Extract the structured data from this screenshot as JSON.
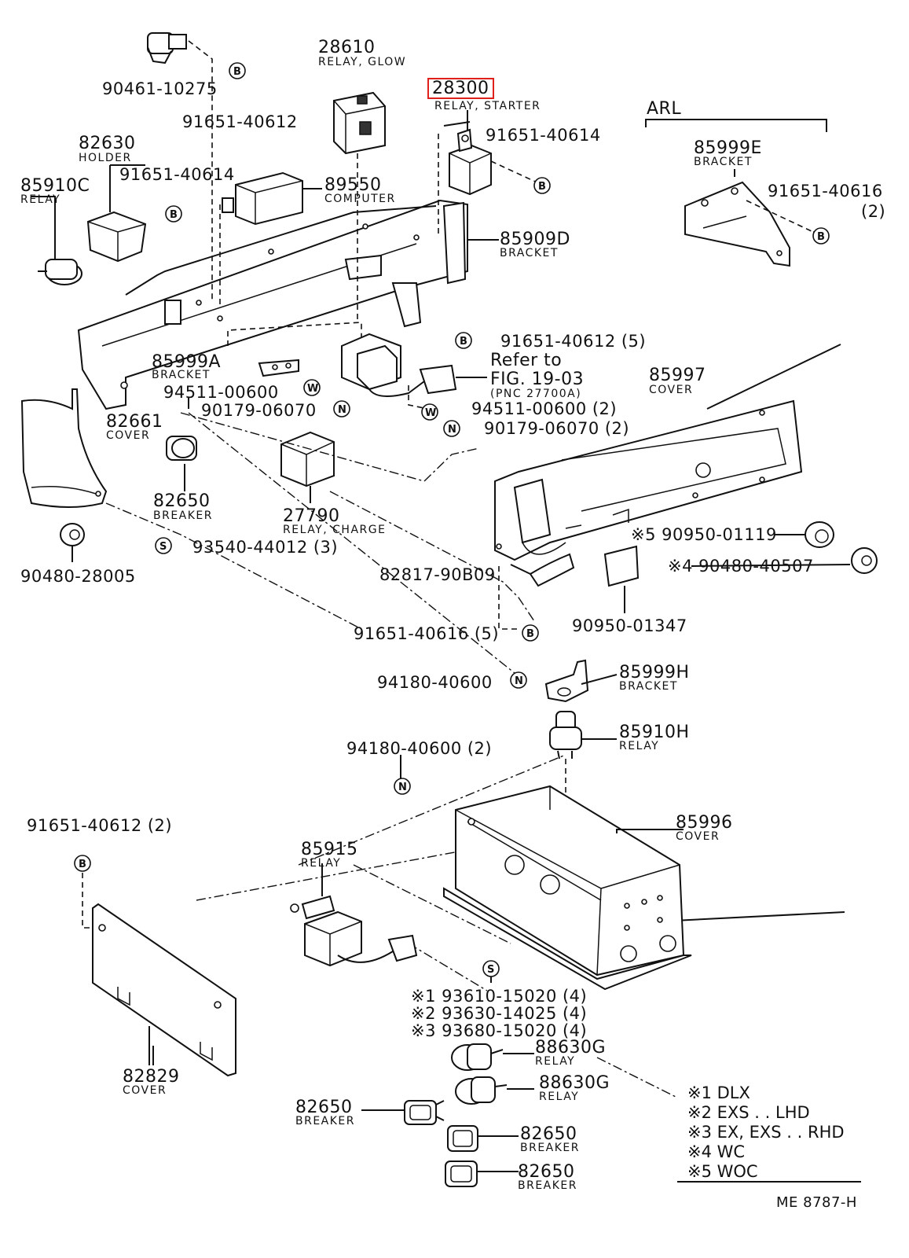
{
  "labels": {
    "p90461": "90461-10275",
    "p91651_40612a": "91651-40612",
    "p82630": "82630",
    "n82630": "HOLDER",
    "p91651_40614a": "91651-40614",
    "p85910c": "85910C",
    "n85910c": "RELAY",
    "p28610": "28610",
    "n28610": "RELAY, GLOW",
    "p28300": "28300",
    "n28300": "RELAY, STARTER",
    "p91651_40614b": "91651-40614",
    "p89550": "89550",
    "n89550": "COMPUTER",
    "arl": "ARL",
    "p85999e": "85999E",
    "n85999e": "BRACKET",
    "p91651_40616a": "91651-40616",
    "q91651_40616a": "(2)",
    "p85909d": "85909D",
    "n85909d": "BRACKET",
    "p91651_40612b": "91651-40612 (5)",
    "p85999a": "85999A",
    "n85999a": "BRACKET",
    "refer1": "Refer to",
    "refer2": "FIG. 19-03",
    "refer3": "(PNC 27700A)",
    "p94511a": "94511-00600",
    "p90179a": "90179-06070",
    "p94511b": "94511-00600 (2)",
    "p90179b": "90179-06070 (2)",
    "p85997": "85997",
    "n85997": "COVER",
    "p82661": "82661",
    "n82661": "COVER",
    "p82650a": "82650",
    "n82650a": "BREAKER",
    "p27790": "27790",
    "n27790": "RELAY, CHARGE",
    "p90950_01119": "※5 90950-01119",
    "p90480_40507": "※4 90480-40507",
    "p93540": "93540-44012 (3)",
    "p90480_28005": "90480-28005",
    "p82817": "82817-90B09",
    "p90950_01347": "90950-01347",
    "p91651_40616b": "91651-40616 (5)",
    "p94180a": "94180-40600",
    "p85999h": "85999H",
    "n85999h": "BRACKET",
    "p85910h": "85910H",
    "n85910h": "RELAY",
    "p94180b": "94180-40600 (2)",
    "p91651_40612c": "91651-40612 (2)",
    "p85996": "85996",
    "n85996": "COVER",
    "p85915": "85915",
    "n85915": "RELAY",
    "p93610": "※1 93610-15020 (4)",
    "p93630": "※2 93630-14025 (4)",
    "p93680": "※3 93680-15020 (4)",
    "p88630g_a": "88630G",
    "n88630g_a": "RELAY",
    "p88630g_b": "88630G",
    "n88630g_b": "RELAY",
    "p82829": "82829",
    "n82829": "COVER",
    "p82650b": "82650",
    "n82650b": "BREAKER",
    "p82650c": "82650",
    "n82650c": "BREAKER",
    "p82650d": "82650",
    "n82650d": "BREAKER",
    "fig_code": "ME 8787-H"
  },
  "notes": [
    "※1 DLX",
    "※2 EXS . . LHD",
    "※3 EX, EXS . . RHD",
    "※4 WC",
    "※5 WOC"
  ],
  "fastener_codes": {
    "B": "B",
    "W": "W",
    "N": "N",
    "S": "S"
  },
  "highlight_color": "#e0201b"
}
